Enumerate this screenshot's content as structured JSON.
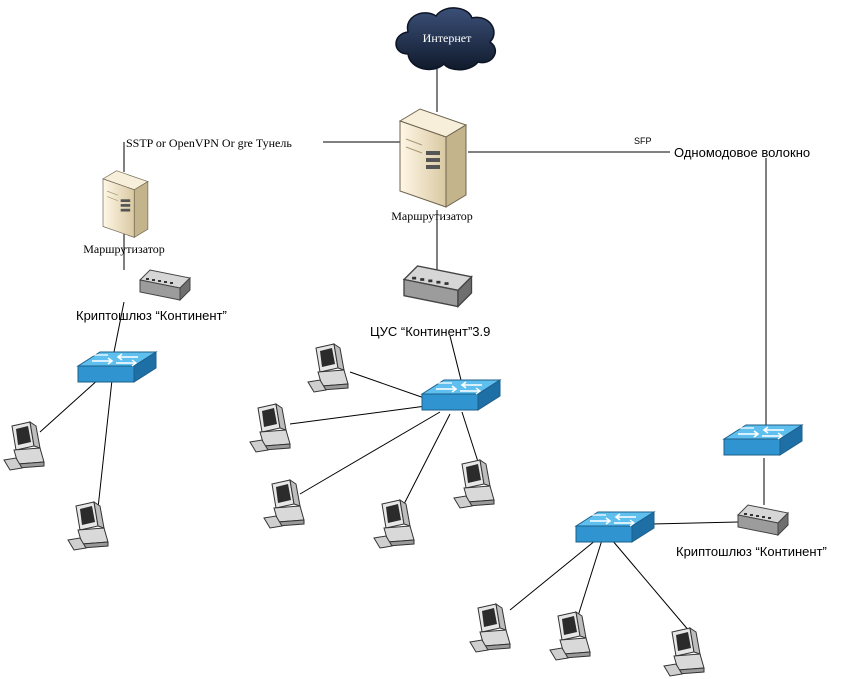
{
  "labels": {
    "internet": "Интернет",
    "tunnel": "SSTP or OpenVPN Or gre Тунель",
    "sfp": "SFP",
    "fiber": "Одномодовое волокно",
    "router_main": "Маршрутизатор",
    "router_branch": "Маршрутизатор",
    "crypto_left": "Криптошлюз “Континент”",
    "cus": "ЦУС “Континент”3.9",
    "crypto_right": "Криптошлюз “Континент”"
  },
  "colors": {
    "cloud_fill": "#1b2a44",
    "switch_top": "#3aa3dd",
    "switch_side": "#1d6fa5",
    "server_body": "#efe3c4",
    "device_gray": "#9a9a9a",
    "line": "#000000"
  },
  "icons": {
    "cloud": "cloud-icon",
    "server": "server-icon",
    "switch": "switch-icon",
    "hub": "hub-icon",
    "computer": "computer-icon"
  }
}
